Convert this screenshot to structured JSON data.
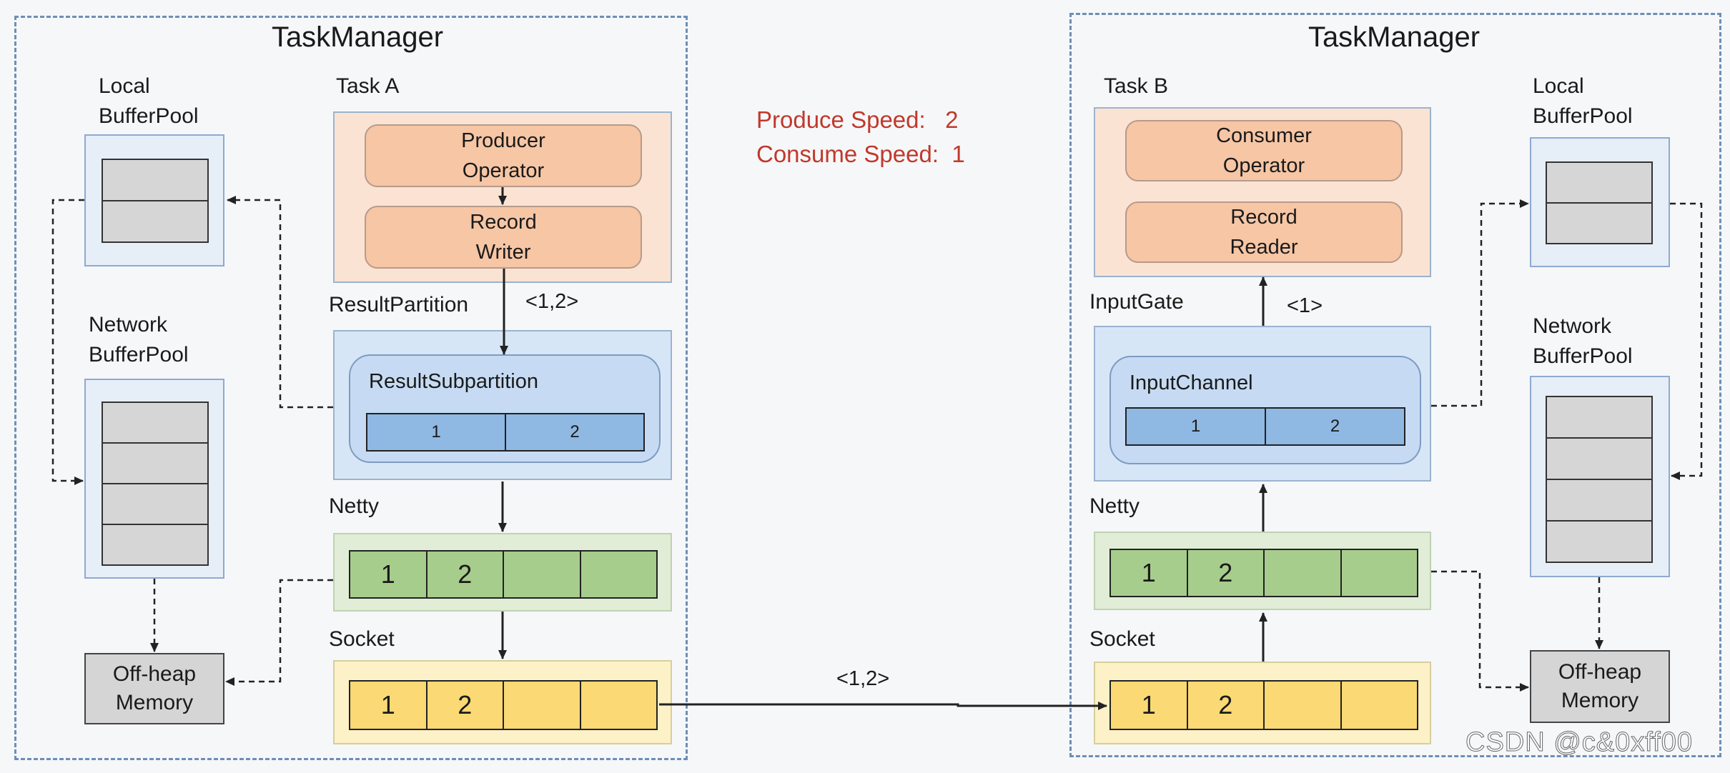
{
  "left": {
    "title": "TaskManager",
    "task_label": "Task A",
    "local_pool_label": "Local\nBufferPool",
    "network_pool_label": "Network\nBufferPool",
    "producer_operator": "Producer\nOperator",
    "record_writer": "Record\nWriter",
    "partition_label": "ResultPartition",
    "subpartition_label": "ResultSubpartition",
    "subpartition_cells": [
      "1",
      "2"
    ],
    "netty_label": "Netty",
    "netty_cells": [
      "1",
      "2",
      "",
      ""
    ],
    "socket_label": "Socket",
    "socket_cells": [
      "1",
      "2",
      "",
      ""
    ],
    "offheap_label": "Off-heap\nMemory",
    "message_label": "<1,2>"
  },
  "right": {
    "title": "TaskManager",
    "task_label": "Task B",
    "local_pool_label": "Local\nBufferPool",
    "network_pool_label": "Network\nBufferPool",
    "consumer_operator": "Consumer\nOperator",
    "record_reader": "Record\nReader",
    "gate_label": "InputGate",
    "channel_label": "InputChannel",
    "channel_cells": [
      "1",
      "2"
    ],
    "netty_label": "Netty",
    "netty_cells": [
      "1",
      "2",
      "",
      ""
    ],
    "socket_label": "Socket",
    "socket_cells": [
      "1",
      "2",
      "",
      ""
    ],
    "offheap_label": "Off-heap\nMemory",
    "message_label": "<1>"
  },
  "speeds": {
    "produce": "Produce Speed:   2",
    "consume": "Consume Speed:  1"
  },
  "transfer_label": "<1,2>",
  "watermark": "CSDN @c&0xff00",
  "colors": {
    "task": "#fbe3d4",
    "operator": "#f6c6a5",
    "partition": "#d7e6f6",
    "subpartition_cells": "#8fb8e3",
    "netty": "#a7cd8d",
    "socket": "#fbd974",
    "speed_text": "#c0392b",
    "frame": "#6d8fb5"
  }
}
